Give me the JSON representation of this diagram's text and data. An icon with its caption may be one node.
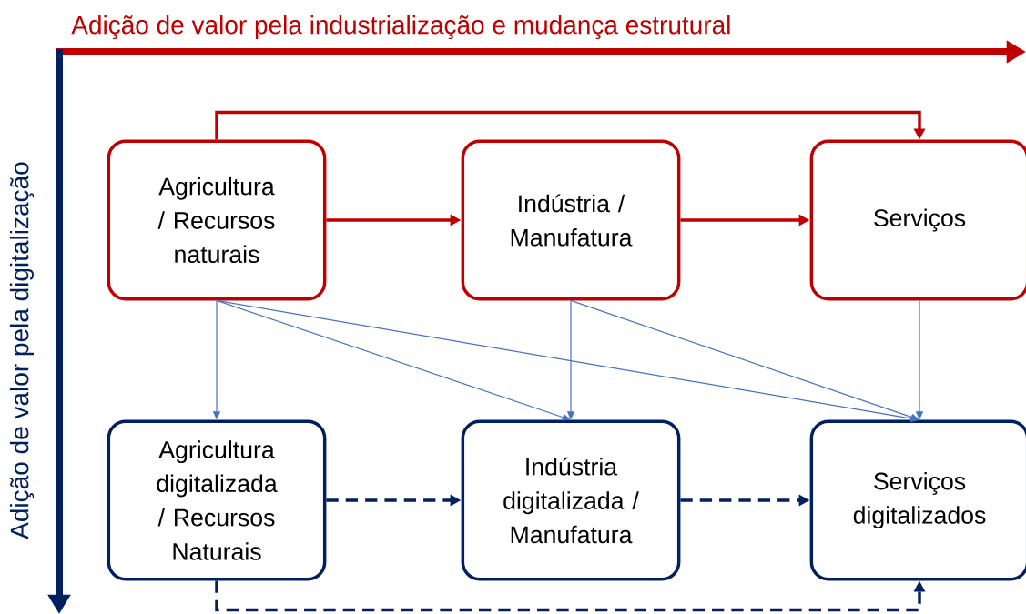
{
  "diagram": {
    "nodes": [
      {
        "text": [
          "Agricultura / Recursos naturais"
        ]
      },
      {
        "text": [
          "Indústria / Manufatura"
        ]
      },
      {
        "text": [
          "Serviços"
        ]
      },
      {
        "text": [
          "Agricultura digitalizada / Recursos Naturais"
        ]
      },
      {
        "text": [
          "Indústria digitalizada / Manufatura"
        ]
      },
      {
        "text": [
          "Serviços digitalizados"
        ]
      }
    ],
    "edges": [
      {
        "from": 0,
        "to": 1,
        "arrow": "to",
        "style": "thick",
        "color": "#c00000"
      },
      {
        "from": 1,
        "to": 2,
        "arrow": "to",
        "style": "thick",
        "color": "#c00000"
      },
      {
        "from": 0,
        "to": 2,
        "arrow": "to",
        "style": "thick",
        "color": "#c00000"
      },
      {
        "from": 0,
        "to": 3,
        "arrow": "to"
      },
      {
        "from": 0,
        "to": 4,
        "arrow": "to"
      },
      {
        "from": 0,
        "to": 5,
        "arrow": "to"
      },
      {
        "from": 1,
        "to": 4,
        "arrow": "to"
      },
      {
        "from": 1,
        "to": 5,
        "arrow": "to"
      },
      {
        "from": 2,
        "to": 5,
        "arrow": "to"
      },
      {
        "from": 3,
        "to": 4,
        "arrow": "to",
        "style": "dashed",
        "color": "#002060"
      },
      {
        "from": 4,
        "to": 5,
        "arrow": "to",
        "style": "dashed",
        "color": "#002060"
      },
      {
        "from": 3,
        "to": 5,
        "arrow": "to",
        "style": "dashed",
        "color": "#002060"
      }
    ],
    "labels": [
      "Adição de valor pela industrialização e mudança estrutural",
      "Adição de valor pela digitalização"
    ]
  }
}
